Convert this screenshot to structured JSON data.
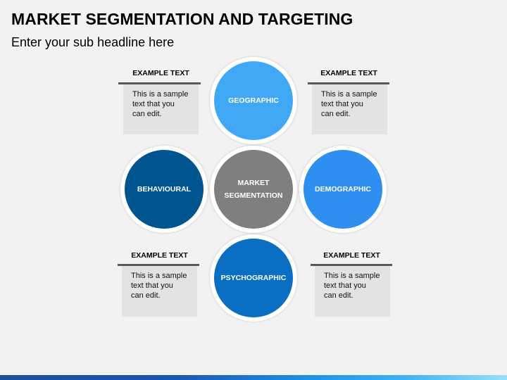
{
  "header": {
    "title": "MARKET SEGMENTATION AND TARGETING",
    "subtitle": "Enter your sub headline here"
  },
  "diagram": {
    "center": {
      "label_line1": "MARKET",
      "label_line2": "SEGMENTATION",
      "color": "#7f7f7f"
    },
    "segments": {
      "top": {
        "label": "GEOGRAPHIC",
        "color": "#41a8f5"
      },
      "left": {
        "label": "BEHAVIOURAL",
        "color": "#00548f"
      },
      "right": {
        "label": "DEMOGRAPHIC",
        "color": "#2e8ff0"
      },
      "bottom": {
        "label": "PSYCHOGRAPHIC",
        "color": "#0a6fc2"
      }
    }
  },
  "text_boxes": {
    "top_left": {
      "heading": "EXAMPLE TEXT",
      "body": "This is a sample\ntext that you\ncan edit."
    },
    "top_right": {
      "heading": "EXAMPLE TEXT",
      "body": "This is a sample\ntext that you\ncan edit."
    },
    "bottom_left": {
      "heading": "EXAMPLE TEXT",
      "body": "This is a sample\ntext that you\ncan edit."
    },
    "bottom_right": {
      "heading": "EXAMPLE TEXT",
      "body": "This is a sample\ntext that you\ncan edit."
    }
  }
}
